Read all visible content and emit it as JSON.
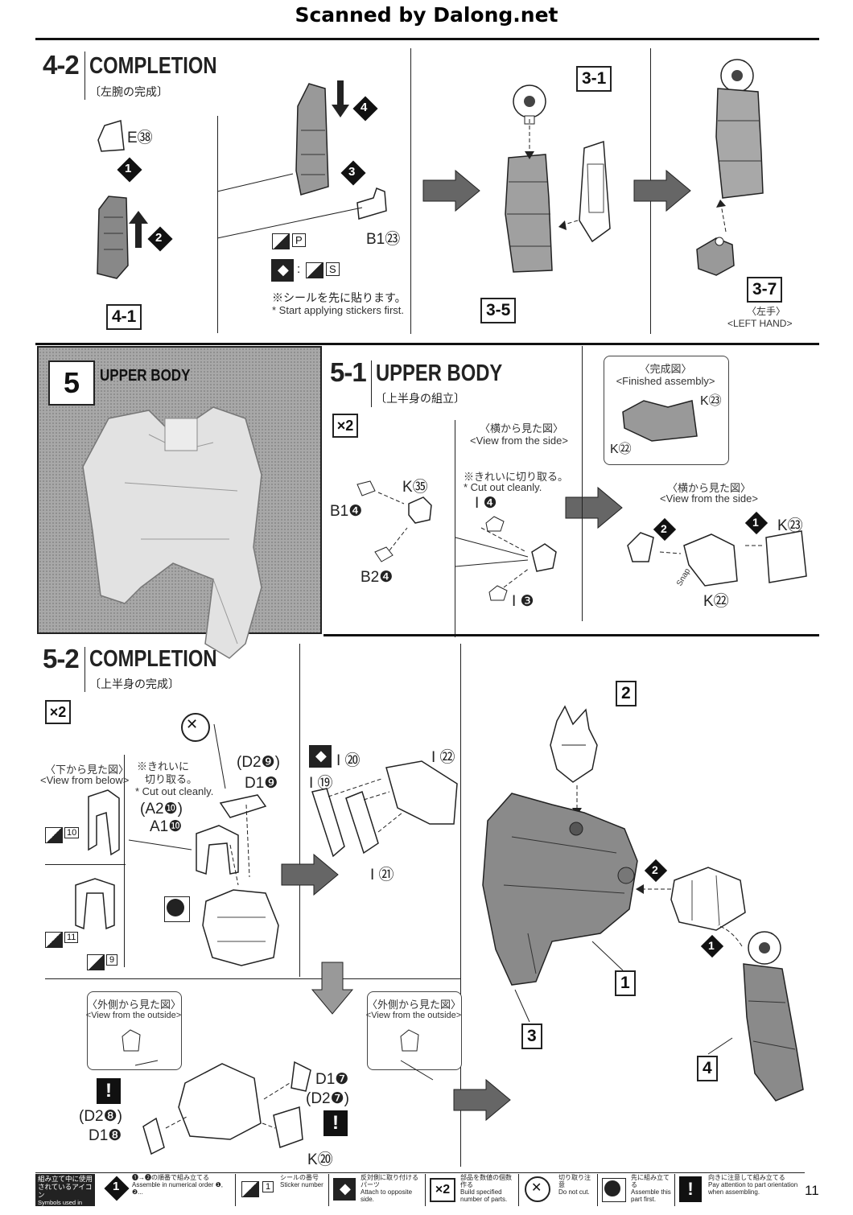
{
  "banner": "Scanned by Dalong.net",
  "step42": {
    "num": "4-2",
    "title": "COMPLETION",
    "jp": "〔左腕の完成〕",
    "labels": {
      "e38": "E㊳",
      "ref41": "4-1",
      "b123": "B1㉓",
      "sticker_p": "P",
      "sticker_s": "S",
      "note_jp": "※シールを先に貼ります。",
      "note_en": "* Start applying stickers first.",
      "ref31": "3-1",
      "ref35": "3-5",
      "ref37": "3-7",
      "left_hand_jp": "〈左手〉",
      "left_hand_en": "<LEFT HAND>"
    }
  },
  "step5": {
    "num": "5",
    "title": "UPPER BODY"
  },
  "step51": {
    "num": "5-1",
    "title": "UPPER BODY",
    "jp": "〔上半身の組立〕",
    "x2": "×2",
    "labels": {
      "k35": "K㉟",
      "b14": "B1❹",
      "b24": "B2❹",
      "side_jp": "〈横から見た図〉",
      "side_en": "<View from the side>",
      "cut_jp": "※きれいに切り取る。",
      "cut_en": "* Cut out cleanly.",
      "i4": "I ❹",
      "i3": "I ❸",
      "finished_jp": "〈完成図〉",
      "finished_en": "<Finished assembly>",
      "k23a": "K㉓",
      "k22a": "K㉒",
      "side2_jp": "〈横から見た図〉",
      "side2_en": "<View from the side>",
      "k23b": "K㉓",
      "k22b": "K㉒",
      "snap": "Snap"
    }
  },
  "step52": {
    "num": "5-2",
    "title": "COMPLETION",
    "jp": "〔上半身の完成〕",
    "x2": "×2",
    "labels": {
      "below_jp": "〈下から見た図〉",
      "below_en": "<View from below>",
      "cut_jp1": "※きれいに",
      "cut_jp2": "切り取る。",
      "cut_en": "* Cut out cleanly.",
      "d29": "(D2❾)",
      "d19": "D1❾",
      "a210": "(A2❿)",
      "a110": "A1❿",
      "s10": "10",
      "s11": "11",
      "s9": "9",
      "i20": "I ⑳",
      "i22": "I ㉒",
      "i19": "I ⑲",
      "i21": "I ㉑",
      "outside_jp": "〈外側から見た図〉",
      "outside_en": "<View from the outside>",
      "outside2_jp": "〈外側から見た図〉",
      "outside2_en": "<View from the outside>",
      "d17": "D1❼",
      "d27": "(D2❼)",
      "d28": "(D2❽)",
      "d18": "D1❽",
      "k20": "K⑳",
      "box1": "1",
      "box2": "2",
      "box3": "3",
      "box4": "4"
    }
  },
  "footer": {
    "head_jp": "組み立て中に使用されているアイコン",
    "head_en": "Symbols used in instructions",
    "items": [
      {
        "jp": "❶→❷の順番で組み立てる",
        "en": "Assemble in numerical order ❶, ❷..."
      },
      {
        "jp": "シールの番号",
        "en": "Sticker number"
      },
      {
        "jp": "反対側に取り付けるパーツ",
        "en": "Attach to opposite side."
      },
      {
        "jp": "部品を数値の個数作る",
        "en": "Build specified number of parts."
      },
      {
        "jp": "切り取り注意",
        "en": "Do not cut."
      },
      {
        "jp": "先に組み立てる",
        "en": "Assemble this part first."
      },
      {
        "jp": "向きに注意して組み立てる",
        "en": "Pay attention to part orientation when assembling."
      }
    ],
    "page": "11"
  },
  "colors": {
    "ink": "#222222",
    "photo_bg": "#a8a8a8",
    "arrow_fill": "#555555"
  }
}
